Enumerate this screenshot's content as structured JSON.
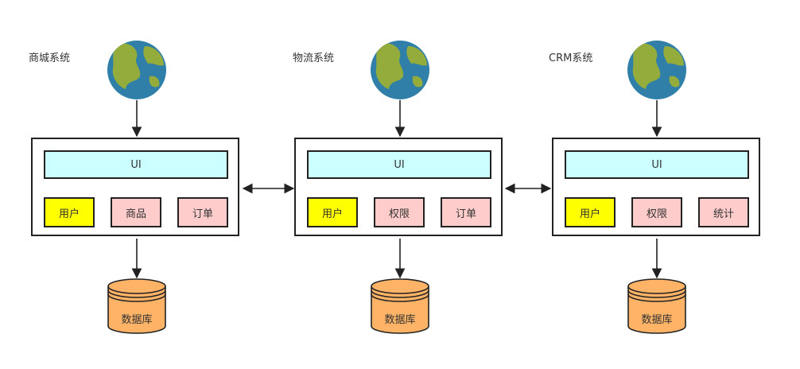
{
  "colors": {
    "ui_bar": "#ccffff",
    "user_module": "#ffff00",
    "module": "#ffcccc",
    "database": "#ffb366",
    "globe_ocean": "#2f7fa9",
    "globe_land": "#93ac3c",
    "stroke": "#222222"
  },
  "systems": [
    {
      "name": "商城系统",
      "ui": "UI",
      "modules": [
        {
          "label": "用户",
          "highlight": true
        },
        {
          "label": "商品",
          "highlight": false
        },
        {
          "label": "订单",
          "highlight": false
        }
      ],
      "database": "数据库"
    },
    {
      "name": "物流系统",
      "ui": "UI",
      "modules": [
        {
          "label": "用户",
          "highlight": true
        },
        {
          "label": "权限",
          "highlight": false
        },
        {
          "label": "订单",
          "highlight": false
        }
      ],
      "database": "数据库"
    },
    {
      "name": "CRM系统",
      "ui": "UI",
      "modules": [
        {
          "label": "用户",
          "highlight": true
        },
        {
          "label": "权限",
          "highlight": false
        },
        {
          "label": "统计",
          "highlight": false
        }
      ],
      "database": "数据库"
    }
  ],
  "icons": {
    "client": "globe-icon",
    "storage": "database-cylinder-icon"
  }
}
